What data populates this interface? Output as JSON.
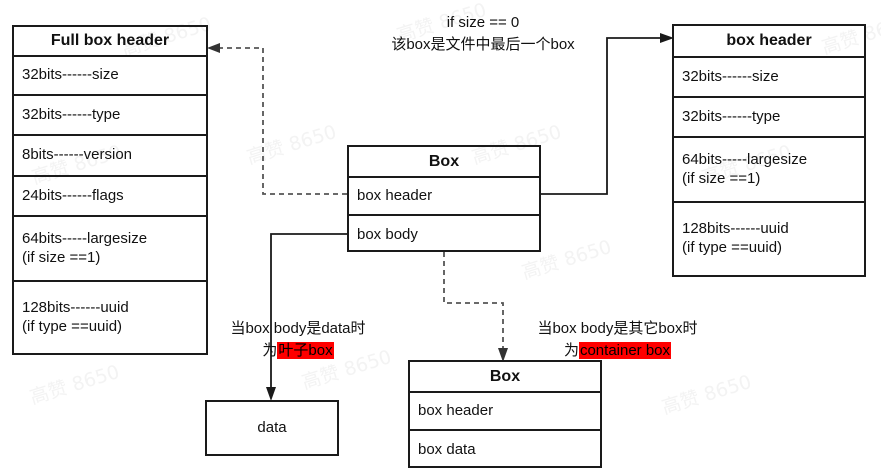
{
  "diagram": {
    "title": "ISO BMFF box structure diagram",
    "accent_highlight": "#ff0000",
    "line_color": "#1a1a1a",
    "dashed_color": "#555555",
    "watermark_text": "高赞 8650"
  },
  "full_box_header": {
    "title": "Full box header",
    "rows": [
      "32bits------size",
      "32bits------type",
      "8bits------version",
      "24bits------flags",
      "64bits-----largesize\n(if size ==1)",
      "128bits------uuid\n(if type ==uuid)"
    ]
  },
  "box_header": {
    "title": "box header",
    "rows": [
      "32bits------size",
      "32bits------type",
      "64bits-----largesize\n(if size ==1)",
      "128bits------uuid\n(if type ==uuid)"
    ]
  },
  "center_box": {
    "title": "Box",
    "rows": [
      "box header",
      "box body"
    ]
  },
  "container_box": {
    "title": "Box",
    "rows": [
      "box header",
      "box data"
    ]
  },
  "data_box": {
    "label": "data"
  },
  "notes": {
    "top": {
      "line1": "if size == 0",
      "line2": "该box是文件中最后一个box"
    },
    "leaf": {
      "line1": "当box body是data时",
      "prefix": "为",
      "highlight": "叶子box"
    },
    "container": {
      "line1": "当box body是其它box时",
      "prefix": "为",
      "highlight": "container box"
    }
  }
}
